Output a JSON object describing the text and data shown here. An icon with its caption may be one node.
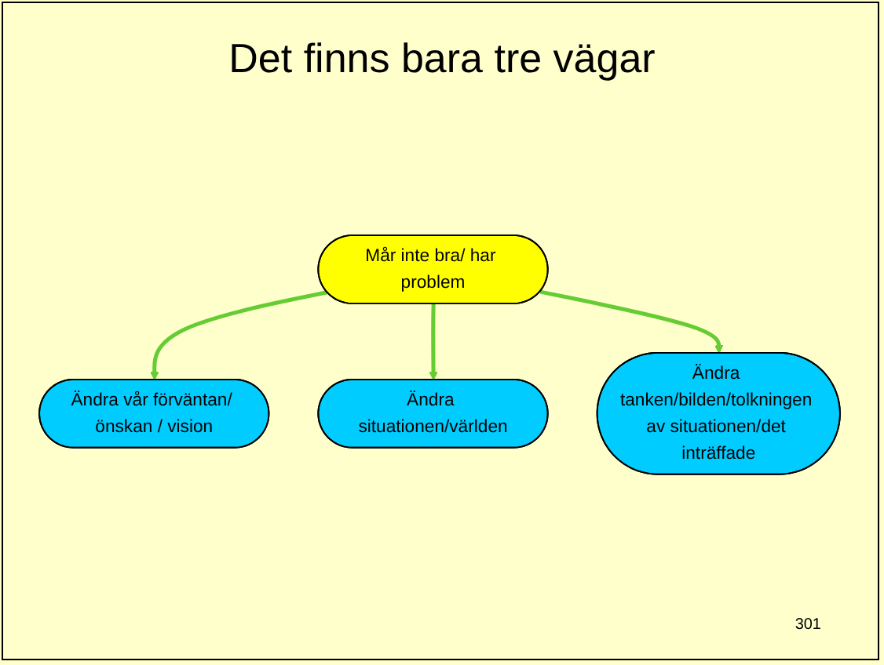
{
  "diagram": {
    "title": "Det finns bara tre vägar",
    "nodes": [
      {
        "text": [
          "Mår inte bra/ har problem"
        ]
      },
      {
        "text": [
          "Ändra vår förväntan/ önskan / vision"
        ]
      },
      {
        "text": [
          "Ändra situationen/världen"
        ]
      },
      {
        "text": [
          "Ändra tanken/bilden/tolkningen av situationen/det inträffade"
        ]
      }
    ],
    "edges": [
      {
        "from": 0,
        "to": 1,
        "arrow": "to"
      },
      {
        "from": 0,
        "to": 2,
        "arrow": "to"
      },
      {
        "from": 0,
        "to": 3,
        "arrow": "to"
      }
    ],
    "labels": [
      "301"
    ]
  }
}
